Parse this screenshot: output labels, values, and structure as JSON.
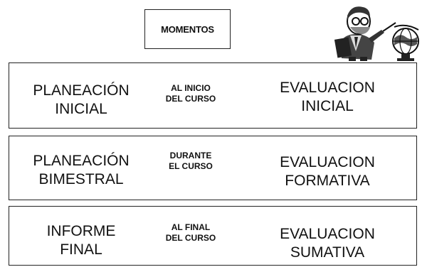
{
  "header": {
    "title": "MOMENTOS"
  },
  "rows": [
    {
      "left": [
        "PLANEACIÓN",
        "INICIAL"
      ],
      "middle": [
        "AL INICIO",
        "DEL CURSO"
      ],
      "right": [
        "EVALUACION",
        "INICIAL"
      ]
    },
    {
      "left": [
        "PLANEACIÓN",
        "BIMESTRAL"
      ],
      "middle": [
        "DURANTE",
        "EL CURSO"
      ],
      "right": [
        "EVALUACION",
        "FORMATIVA"
      ]
    },
    {
      "left": [
        "INFORME",
        "FINAL"
      ],
      "middle": [
        "AL FINAL",
        "DEL CURSO"
      ],
      "right": [
        "EVALUACION",
        "SUMATIVA"
      ]
    }
  ],
  "clipart": {
    "icon": "teacher-with-globe-icon"
  }
}
